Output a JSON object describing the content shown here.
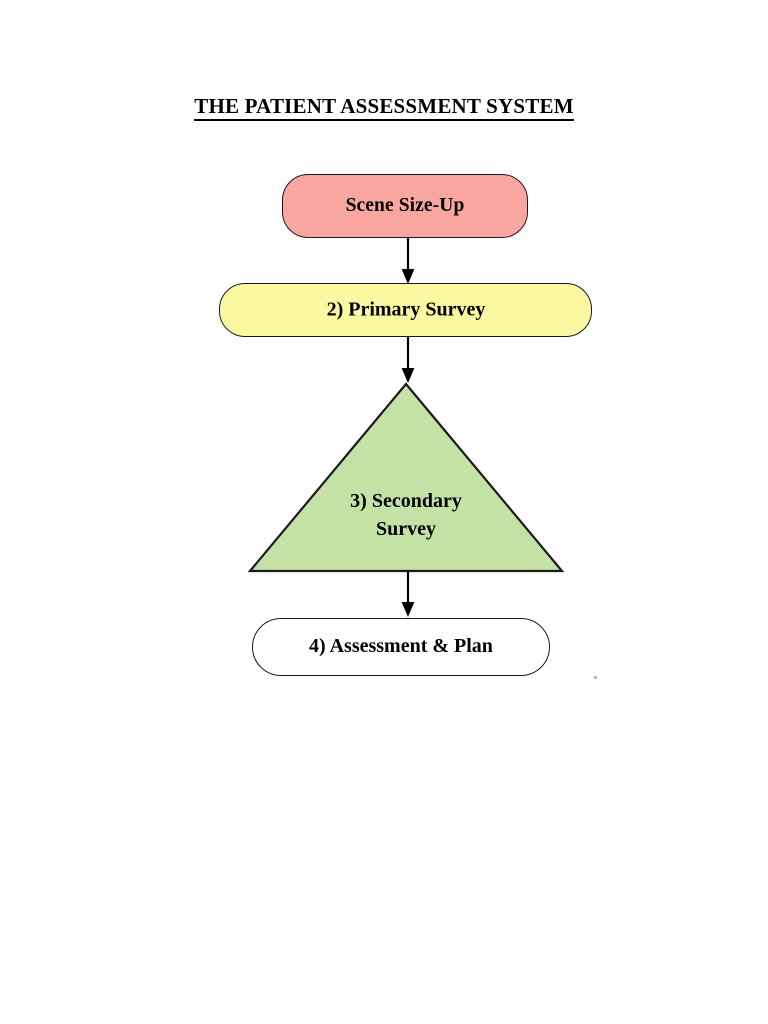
{
  "document": {
    "title": "THE PATIENT ASSESSMENT SYSTEM",
    "background_color": "#FFFFFF",
    "text_color": "#000000"
  },
  "diagram": {
    "type": "flowchart",
    "orientation": "vertical-top-to-bottom",
    "nodes": [
      {
        "id": "scene-size-up",
        "step": 1,
        "label": "Scene Size-Up",
        "shape": "rounded-rectangle",
        "fill_color": "#F9A6A0",
        "border_color": "#1A1A1A"
      },
      {
        "id": "primary-survey",
        "step": 2,
        "label": "2) Primary Survey",
        "shape": "rounded-rectangle",
        "fill_color": "#FBF8A2",
        "border_color": "#1A1A1A"
      },
      {
        "id": "secondary-survey",
        "step": 3,
        "label": "3) Secondary\nSurvey",
        "label_line_1": "3) Secondary",
        "label_line_2": "Survey",
        "shape": "triangle",
        "fill_color": "#C4E1A6",
        "border_color": "#1A1A1A"
      },
      {
        "id": "assessment-and-plan",
        "step": 4,
        "label": "4) Assessment & Plan",
        "shape": "rounded-rectangle",
        "fill_color": "#FFFFFF",
        "border_color": "#1A1A1A"
      }
    ],
    "connectors": [
      {
        "id": "arrow-scene-to-primary",
        "from": "scene-size-up",
        "to": "primary-survey",
        "style": "solid-line-filled-arrowhead",
        "color": "#000000"
      },
      {
        "id": "arrow-primary-to-secondary",
        "from": "primary-survey",
        "to": "secondary-survey",
        "style": "solid-line-filled-arrowhead",
        "color": "#000000"
      },
      {
        "id": "arrow-secondary-to-assessment",
        "from": "secondary-survey",
        "to": "assessment-and-plan",
        "style": "solid-line-filled-arrowhead",
        "color": "#000000"
      }
    ]
  }
}
